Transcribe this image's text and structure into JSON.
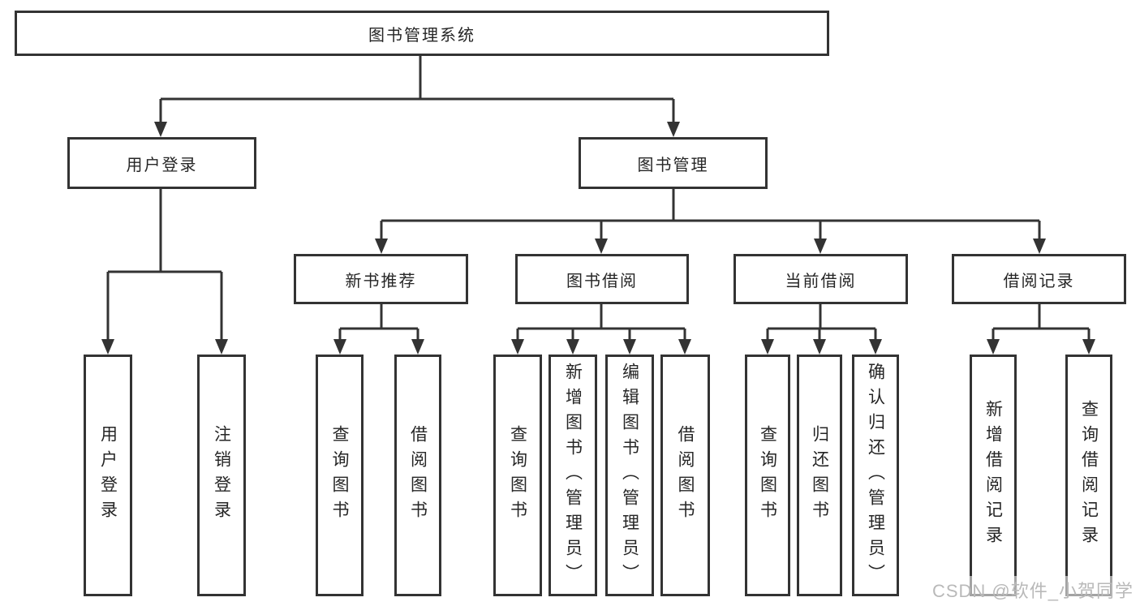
{
  "diagram": {
    "root": {
      "label": "图书管理系统",
      "children": [
        {
          "label": "用户登录",
          "children": [
            {
              "label": "用户登录"
            },
            {
              "label": "注销登录"
            }
          ]
        },
        {
          "label": "图书管理",
          "children": [
            {
              "label": "新书推荐",
              "children": [
                {
                  "label": "查询图书"
                },
                {
                  "label": "借阅图书"
                }
              ]
            },
            {
              "label": "图书借阅",
              "children": [
                {
                  "label": "查询图书"
                },
                {
                  "label": "新增图书（管理员）"
                },
                {
                  "label": "编辑图书（管理员）"
                },
                {
                  "label": "借阅图书"
                }
              ]
            },
            {
              "label": "当前借阅",
              "children": [
                {
                  "label": "查询图书"
                },
                {
                  "label": "归还图书"
                },
                {
                  "label": "确认归还（管理员）"
                }
              ]
            },
            {
              "label": "借阅记录",
              "children": [
                {
                  "label": "新增借阅记录"
                },
                {
                  "label": "查询借阅记录"
                }
              ]
            }
          ]
        }
      ]
    }
  },
  "watermark": {
    "text": "CSDN @软件_小贺同学"
  },
  "colors": {
    "line": "#333333",
    "text": "#262626",
    "background": "#ffffff",
    "watermark": "#b9b9b9"
  }
}
